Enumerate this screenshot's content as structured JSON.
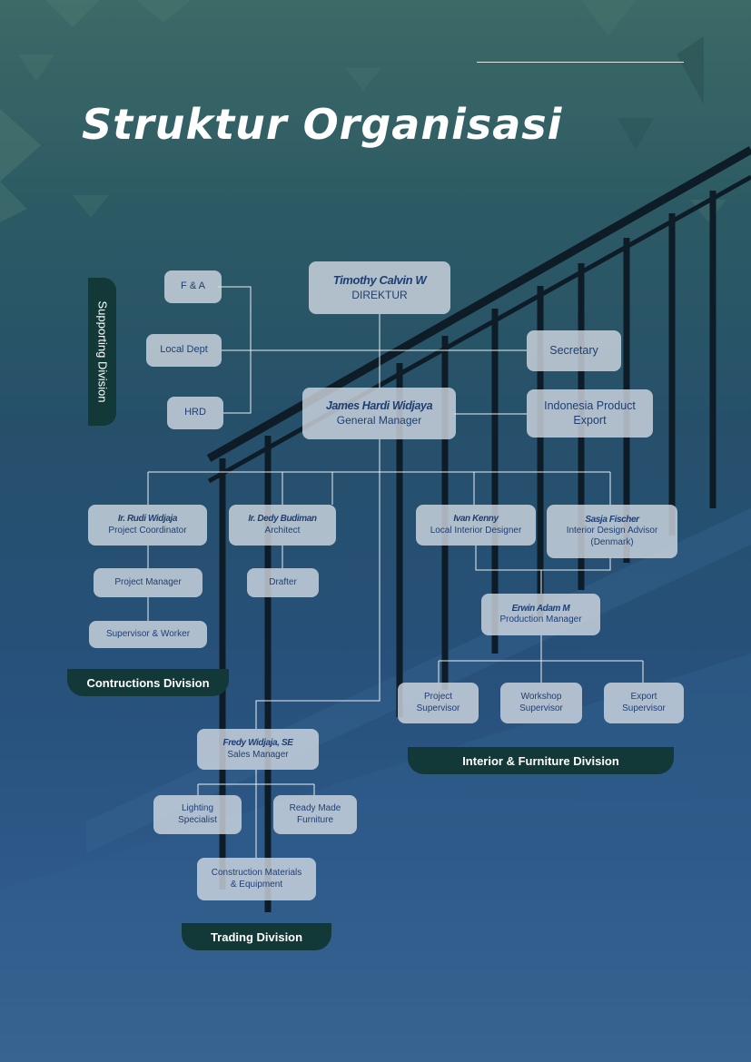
{
  "title": "Struktur Organisasi",
  "colors": {
    "accent": "#123838",
    "box_text": "#1f3f73",
    "box_fill": "#d2dae2"
  },
  "nodes": {
    "direktur": {
      "name": "Timothy Calvin W",
      "role": "DIREKTUR"
    },
    "gm": {
      "name": "James Hardi Widjaya",
      "role": "General Manager"
    },
    "fa": {
      "role": "F & A"
    },
    "local_dept": {
      "role": "Local Dept"
    },
    "hrd": {
      "role": "HRD"
    },
    "secretary": {
      "role": "Secretary"
    },
    "ipe": {
      "role": "Indonesia Product\nExport"
    },
    "rudi": {
      "name": "Ir. Rudi Widjaja",
      "role": "Project Coordinator"
    },
    "dedy": {
      "name": "Ir. Dedy Budiman",
      "role": "Architect"
    },
    "pm": {
      "role": "Project Manager"
    },
    "drafter": {
      "role": "Drafter"
    },
    "sw": {
      "role": "Supervisor & Worker"
    },
    "ivan": {
      "name": "Ivan Kenny",
      "role": "Local Interior Designer"
    },
    "sasja": {
      "name": "Sasja Fischer",
      "role": "Interior Design Advisor\n(Denmark)"
    },
    "erwin": {
      "name": "Erwin Adam M",
      "role": "Production Manager"
    },
    "ps": {
      "role": "Project\nSupervisor"
    },
    "ws": {
      "role": "Workshop\nSupervisor"
    },
    "es": {
      "role": "Export\nSupervisor"
    },
    "fredy": {
      "name": "Fredy Widjaja, SE",
      "role": "Sales Manager"
    },
    "lighting": {
      "role": "Lighting\nSpecialist"
    },
    "rmf": {
      "role": "Ready Made\nFurniture"
    },
    "cme": {
      "role": "Construction Materials\n& Equipment"
    }
  },
  "divisions": {
    "supporting": "Supporting Division",
    "construction": "Contructions Division",
    "interior": "Interior & Furniture Division",
    "trading": "Trading Division"
  }
}
